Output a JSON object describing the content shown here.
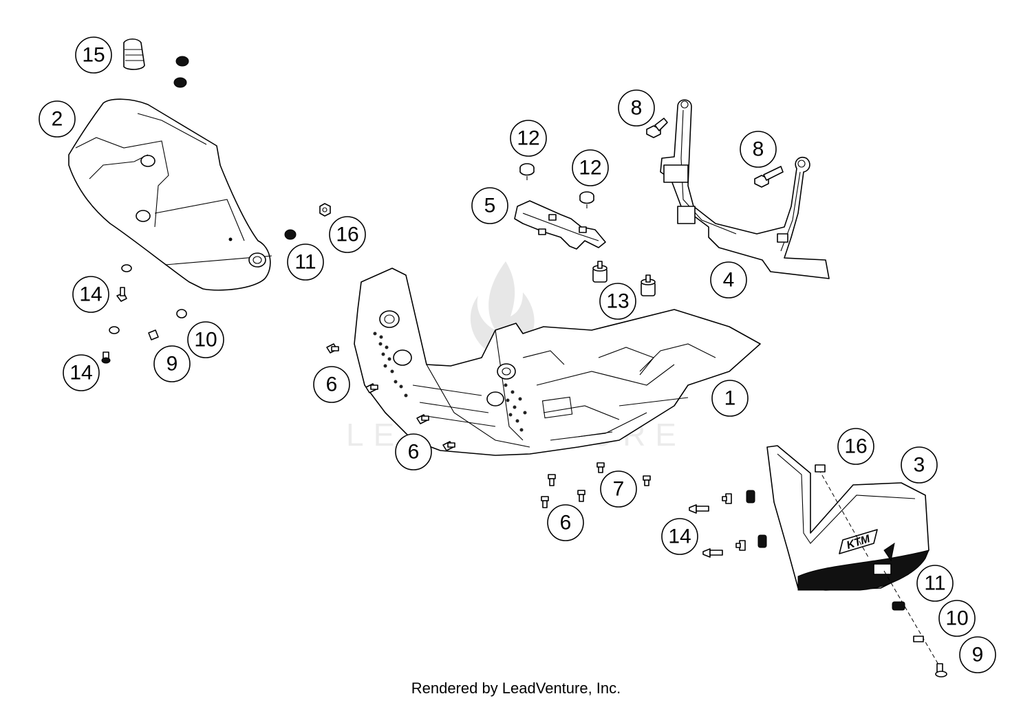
{
  "watermark": {
    "text": "LEADVENTURE"
  },
  "footer": {
    "text": "Rendered by LeadVenture, Inc."
  },
  "brand_logo": "KTM",
  "callouts": [
    {
      "id": "c15",
      "label": "15"
    },
    {
      "id": "c2",
      "label": "2"
    },
    {
      "id": "c16a",
      "label": "16"
    },
    {
      "id": "c11a",
      "label": "11"
    },
    {
      "id": "c14a",
      "label": "14"
    },
    {
      "id": "c10a",
      "label": "10"
    },
    {
      "id": "c9a",
      "label": "9"
    },
    {
      "id": "c14b",
      "label": "14"
    },
    {
      "id": "c12a",
      "label": "12"
    },
    {
      "id": "c12b",
      "label": "12"
    },
    {
      "id": "c5",
      "label": "5"
    },
    {
      "id": "c8a",
      "label": "8"
    },
    {
      "id": "c8b",
      "label": "8"
    },
    {
      "id": "c4",
      "label": "4"
    },
    {
      "id": "c13",
      "label": "13"
    },
    {
      "id": "c1",
      "label": "1"
    },
    {
      "id": "c6a",
      "label": "6"
    },
    {
      "id": "c6b",
      "label": "6"
    },
    {
      "id": "c7",
      "label": "7"
    },
    {
      "id": "c6c",
      "label": "6"
    },
    {
      "id": "c16b",
      "label": "16"
    },
    {
      "id": "c3",
      "label": "3"
    },
    {
      "id": "c14c",
      "label": "14"
    },
    {
      "id": "c11b",
      "label": "11"
    },
    {
      "id": "c10b",
      "label": "10"
    },
    {
      "id": "c9b",
      "label": "9"
    }
  ]
}
